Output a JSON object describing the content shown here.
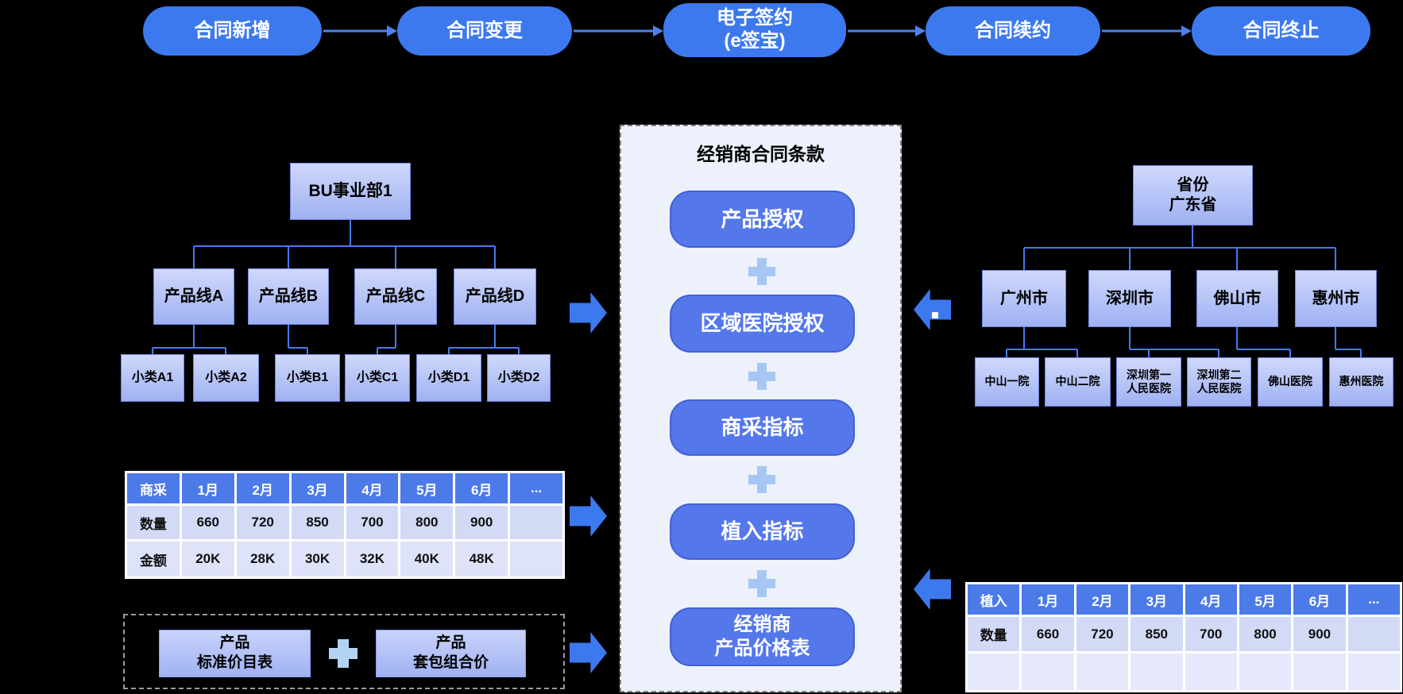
{
  "flow": {
    "steps": [
      "合同新增",
      "合同变更",
      "电子签约\n(e签宝)",
      "合同续约",
      "合同终止"
    ]
  },
  "left_chart": {
    "root": "BU事业部1",
    "level2": [
      "产品线A",
      "产品线B",
      "产品线C",
      "产品线D"
    ],
    "level3": [
      "小类A1",
      "小类A2",
      "小类B1",
      "小类C1",
      "小类D1",
      "小类D2"
    ]
  },
  "right_chart": {
    "root": "省份\n广东省",
    "level2": [
      "广州市",
      "深圳市",
      "佛山市",
      "惠州市"
    ],
    "level3": [
      "中山一院",
      "中山二院",
      "深圳第一\n人民医院",
      "深圳第二\n人民医院",
      "佛山医院",
      "惠州医院"
    ]
  },
  "panel": {
    "title": "经销商合同条款",
    "items": [
      "产品授权",
      "区域医院授权",
      "商采指标",
      "植入指标",
      "经销商\n产品价格表"
    ],
    "plus": "+"
  },
  "left_table": {
    "header": [
      "商采",
      "1月",
      "2月",
      "3月",
      "4月",
      "5月",
      "6月",
      "..."
    ],
    "rows": [
      {
        "label": "数量",
        "values": [
          "660",
          "720",
          "850",
          "700",
          "800",
          "900",
          ""
        ]
      },
      {
        "label": "金额",
        "values": [
          "20K",
          "28K",
          "30K",
          "32K",
          "40K",
          "48K",
          ""
        ]
      }
    ]
  },
  "right_table": {
    "header": [
      "植入",
      "1月",
      "2月",
      "3月",
      "4月",
      "5月",
      "6月",
      "..."
    ],
    "rows": [
      {
        "label": "数量",
        "values": [
          "660",
          "720",
          "850",
          "700",
          "800",
          "900",
          ""
        ]
      },
      {
        "label": "",
        "values": [
          "",
          "",
          "",
          "",
          "",
          "",
          ""
        ]
      }
    ]
  },
  "price_box": {
    "items": [
      "产品\n标准价目表",
      "产品\n套包组合价"
    ],
    "plus": "+"
  },
  "decorations": {
    "arrow_dot": "."
  },
  "colors": {
    "background": "#000000",
    "accent_blue": "#3c79ee",
    "panel_button": "#5478e9",
    "panel_bg": "#edf1fb",
    "plus_blue": "#a6c7f3",
    "table_header": "#4c7ae8",
    "table_row_light": "#d3daf6",
    "org_box_gradient_top": "#cfd8fb",
    "org_box_gradient_bottom": "#9fb1f2"
  }
}
